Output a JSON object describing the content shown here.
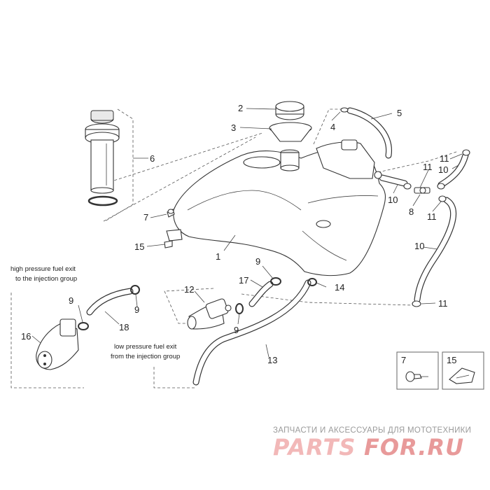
{
  "parts": [
    {
      "number": "1"
    },
    {
      "number": "2"
    },
    {
      "number": "3"
    },
    {
      "number": "4"
    },
    {
      "number": "5"
    },
    {
      "number": "6"
    },
    {
      "number": "7"
    },
    {
      "number": "8"
    },
    {
      "number": "9"
    },
    {
      "number": "10"
    },
    {
      "number": "11"
    },
    {
      "number": "12"
    },
    {
      "number": "13"
    },
    {
      "number": "14"
    },
    {
      "number": "15"
    },
    {
      "number": "16"
    },
    {
      "number": "17"
    },
    {
      "number": "18"
    }
  ],
  "notes": {
    "high_pressure_line1": "high pressure fuel exit",
    "high_pressure_line2": "to the injection group",
    "low_pressure_line1": "low pressure fuel exit",
    "low_pressure_line2": "from the injection group"
  },
  "insets": {
    "left_label": "7",
    "right_label": "15"
  },
  "watermark": {
    "subtitle": "ЗАПЧАСТИ И АКСЕССУАРЫ ДЛЯ МОТОТЕХНИКИ",
    "brand_part1": "PARTS",
    "brand_part2": "FOR.RU",
    "color_primary": "#f2b8b8",
    "color_secondary": "#e89a9a"
  }
}
